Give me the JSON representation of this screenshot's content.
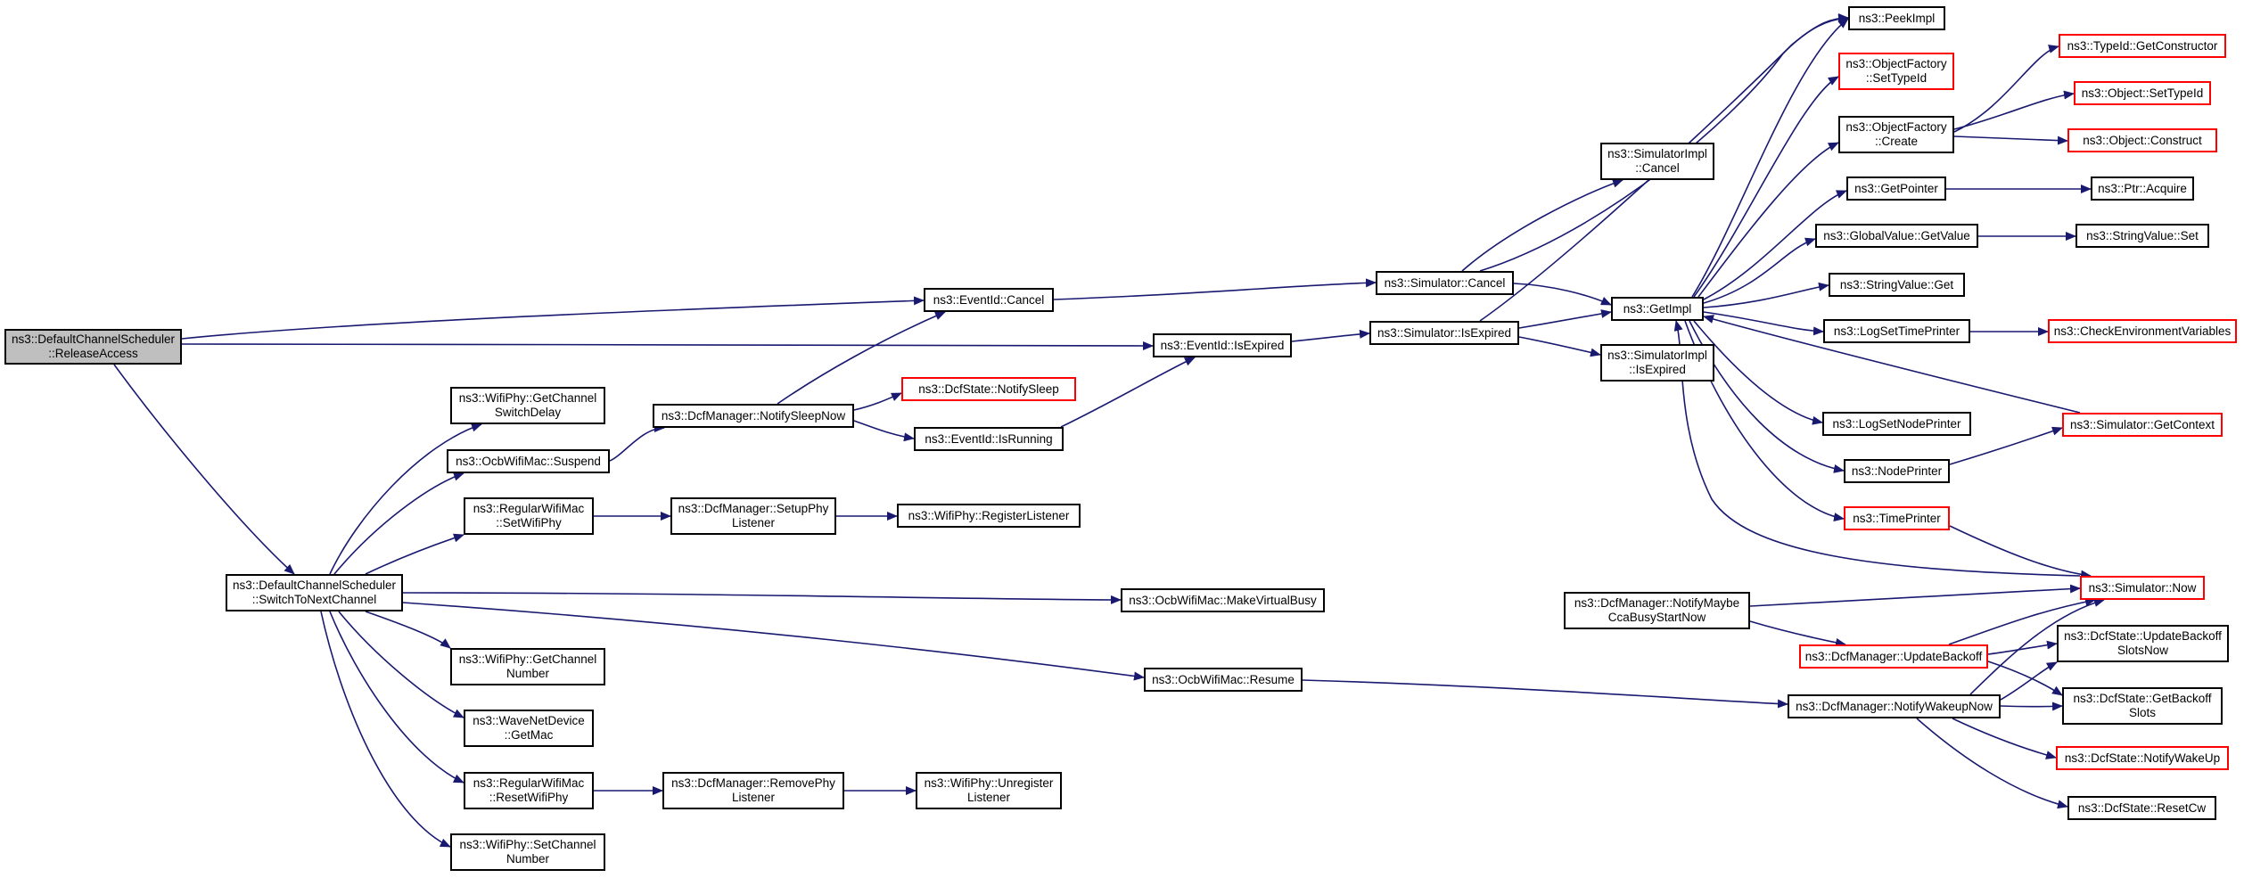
{
  "colors": {
    "edge": "#191970",
    "node_border": "#000000",
    "undocumented_border": "#ff0000",
    "root_fill": "#bfbfbf",
    "background": "#ffffff"
  },
  "nodes": {
    "release_access": "ns3::DefaultChannelScheduler\n::ReleaseAccess",
    "switch_to_next_channel": "ns3::DefaultChannelScheduler\n::SwitchToNextChannel",
    "event_id_cancel": "ns3::EventId::Cancel",
    "event_id_is_expired": "ns3::EventId::IsExpired",
    "wifiphy_get_channel_switch_delay": "ns3::WifiPhy::GetChannel\nSwitchDelay",
    "ocbwifimac_suspend": "ns3::OcbWifiMac::Suspend",
    "regularwifimac_set_wifi_phy": "ns3::RegularWifiMac\n::SetWifiPhy",
    "wifiphy_get_channel_number": "ns3::WifiPhy::GetChannel\nNumber",
    "wavenetdevice_get_mac": "ns3::WaveNetDevice\n::GetMac",
    "regularwifimac_reset_wifi_phy": "ns3::RegularWifiMac\n::ResetWifiPhy",
    "wifiphy_set_channel_number": "ns3::WifiPhy::SetChannel\nNumber",
    "dcfmanager_notify_sleep_now": "ns3::DcfManager::NotifySleepNow",
    "dcfmanager_setup_phy_listener": "ns3::DcfManager::SetupPhy\nListener",
    "dcfmanager_remove_phy_listener": "ns3::DcfManager::RemovePhy\nListener",
    "dcfstate_notify_sleep": "ns3::DcfState::NotifySleep",
    "event_id_is_running": "ns3::EventId::IsRunning",
    "wifiphy_register_listener": "ns3::WifiPhy::RegisterListener",
    "wifiphy_unregister_listener": "ns3::WifiPhy::Unregister\nListener",
    "ocbwifimac_make_virtual_busy": "ns3::OcbWifiMac::MakeVirtualBusy",
    "ocbwifimac_resume": "ns3::OcbWifiMac::Resume",
    "simulator_cancel": "ns3::Simulator::Cancel",
    "simulator_is_expired": "ns3::Simulator::IsExpired",
    "simulatorimpl_cancel": "ns3::SimulatorImpl\n::Cancel",
    "get_impl": "ns3::GetImpl",
    "simulatorimpl_is_expired": "ns3::SimulatorImpl\n::IsExpired",
    "dcfmanager_notify_maybe_cca_busy_start_now": "ns3::DcfManager::NotifyMaybe\nCcaBusyStartNow",
    "dcfmanager_update_backoff": "ns3::DcfManager::UpdateBackoff",
    "dcfmanager_notify_wakeup_now": "ns3::DcfManager::NotifyWakeupNow",
    "peek_impl": "ns3::PeekImpl",
    "objectfactory_set_type_id": "ns3::ObjectFactory\n::SetTypeId",
    "objectfactory_create": "ns3::ObjectFactory\n::Create",
    "get_pointer": "ns3::GetPointer",
    "globalvalue_get_value": "ns3::GlobalValue::GetValue",
    "stringvalue_get": "ns3::StringValue::Get",
    "log_set_time_printer": "ns3::LogSetTimePrinter",
    "log_set_node_printer": "ns3::LogSetNodePrinter",
    "node_printer": "ns3::NodePrinter",
    "time_printer": "ns3::TimePrinter",
    "typeid_get_constructor": "ns3::TypeId::GetConstructor",
    "object_set_type_id": "ns3::Object::SetTypeId",
    "object_construct": "ns3::Object::Construct",
    "ptr_acquire": "ns3::Ptr::Acquire",
    "stringvalue_set": "ns3::StringValue::Set",
    "check_environment_variables": "ns3::CheckEnvironmentVariables",
    "simulator_get_context": "ns3::Simulator::GetContext",
    "simulator_now": "ns3::Simulator::Now",
    "dcfstate_update_backoff_slots_now": "ns3::DcfState::UpdateBackoff\nSlotsNow",
    "dcfstate_get_backoff_slots": "ns3::DcfState::GetBackoff\nSlots",
    "dcfstate_notify_wake_up": "ns3::DcfState::NotifyWakeUp",
    "dcfstate_reset_cw": "ns3::DcfState::ResetCw"
  }
}
